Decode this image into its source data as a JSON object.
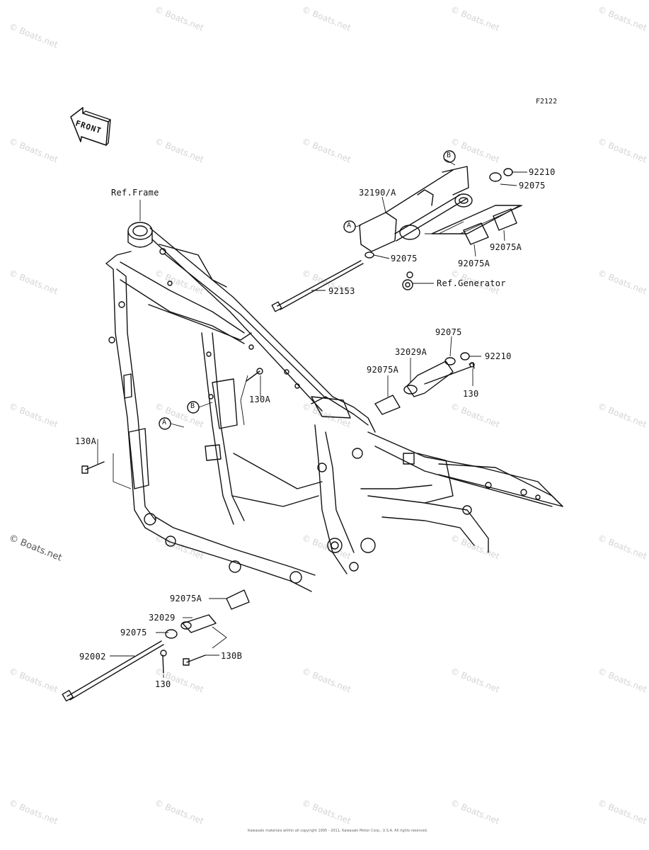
{
  "figure_code": "F2122",
  "front_label": "FRONT",
  "watermark": "© Boats.net",
  "copyright": "Kawasaki materials within all copyright 1995 - 2011, Kawasaki Motor Corp., U.S.A. All rights reserved.",
  "refs": {
    "frame": "Ref.Frame",
    "generator": "Ref.Generator"
  },
  "callouts": {
    "A": "A",
    "B": "B"
  },
  "parts": [
    {
      "id": "p1",
      "label": "92210"
    },
    {
      "id": "p2",
      "label": "92075"
    },
    {
      "id": "p3",
      "label": "32190/A"
    },
    {
      "id": "p4",
      "label": "92075"
    },
    {
      "id": "p5",
      "label": "92075A"
    },
    {
      "id": "p6",
      "label": "92075A"
    },
    {
      "id": "p7",
      "label": "92153"
    },
    {
      "id": "p8",
      "label": "92075"
    },
    {
      "id": "p9",
      "label": "32029A"
    },
    {
      "id": "p10",
      "label": "92210"
    },
    {
      "id": "p11",
      "label": "92075A"
    },
    {
      "id": "p12",
      "label": "130"
    },
    {
      "id": "p13",
      "label": "130A"
    },
    {
      "id": "p14",
      "label": "130A"
    },
    {
      "id": "p15",
      "label": "92075A"
    },
    {
      "id": "p16",
      "label": "32029"
    },
    {
      "id": "p17",
      "label": "92075"
    },
    {
      "id": "p18",
      "label": "92002"
    },
    {
      "id": "p19",
      "label": "130B"
    },
    {
      "id": "p20",
      "label": "130"
    }
  ]
}
